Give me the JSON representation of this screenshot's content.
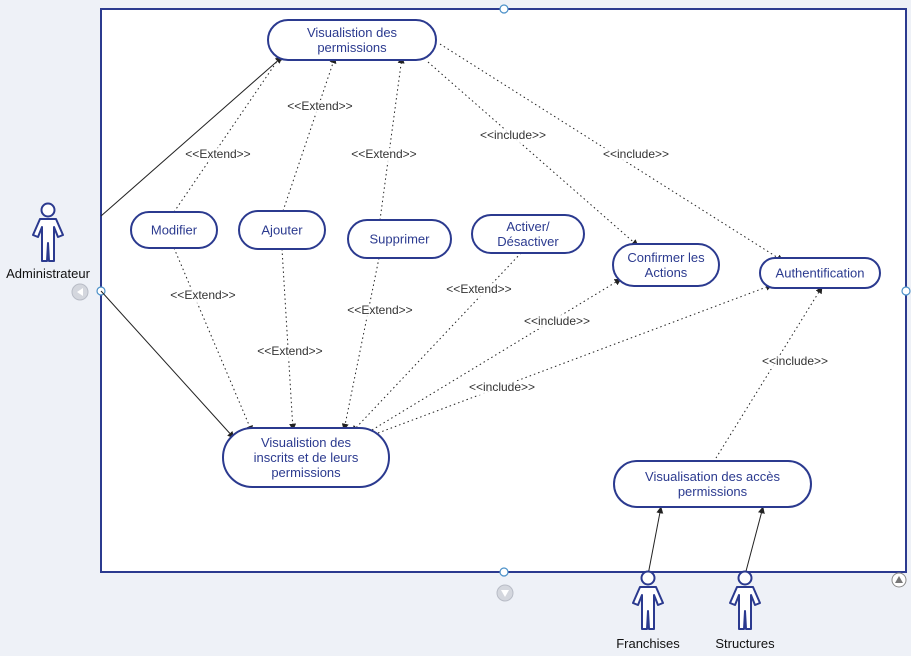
{
  "colors": {
    "background": "#eef1f7",
    "boundary_fill": "#ffffff",
    "boundary_stroke": "#2b3a8f",
    "usecase_stroke": "#2b3a8f",
    "usecase_text": "#2b3a8f",
    "edge": "#222222",
    "handle": "#4a90c8"
  },
  "usecases": [
    {
      "id": "visu-perm",
      "lines": [
        "Visualistion des",
        "permissions"
      ]
    },
    {
      "id": "modifier",
      "lines": [
        "Modifier"
      ]
    },
    {
      "id": "ajouter",
      "lines": [
        "Ajouter"
      ]
    },
    {
      "id": "supprimer",
      "lines": [
        "Supprimer"
      ]
    },
    {
      "id": "activer",
      "lines": [
        "Activer/",
        "Désactiver"
      ]
    },
    {
      "id": "confirmer",
      "lines": [
        "Confirmer les",
        "Actions"
      ]
    },
    {
      "id": "auth",
      "lines": [
        "Authentification"
      ]
    },
    {
      "id": "visu-inscrits",
      "lines": [
        "Visualistion des",
        "inscrits et de leurs",
        "permissions"
      ]
    },
    {
      "id": "visu-acces",
      "lines": [
        "Visualisation des accès",
        "permissions"
      ]
    }
  ],
  "actors": [
    {
      "id": "admin",
      "label": "Administrateur"
    },
    {
      "id": "franchises",
      "label": "Franchises"
    },
    {
      "id": "structures",
      "label": "Structures"
    }
  ],
  "edges": [
    {
      "from": "admin",
      "to": "visu-perm",
      "style": "solid",
      "label": ""
    },
    {
      "from": "admin",
      "to": "visu-inscrits",
      "style": "solid",
      "label": ""
    },
    {
      "from": "modifier",
      "to": "visu-perm",
      "style": "dotted",
      "label": "<<Extend>>"
    },
    {
      "from": "ajouter",
      "to": "visu-perm",
      "style": "dotted",
      "label": "<<Extend>>"
    },
    {
      "from": "supprimer",
      "to": "visu-perm",
      "style": "dotted",
      "label": "<<Extend>>"
    },
    {
      "from": "visu-perm",
      "to": "confirmer",
      "style": "dotted",
      "label": "<<include>>"
    },
    {
      "from": "visu-perm",
      "to": "auth",
      "style": "dotted",
      "label": "<<include>>"
    },
    {
      "from": "modifier",
      "to": "visu-inscrits",
      "style": "dotted",
      "label": "<<Extend>>"
    },
    {
      "from": "ajouter",
      "to": "visu-inscrits",
      "style": "dotted",
      "label": "<<Extend>>"
    },
    {
      "from": "supprimer",
      "to": "visu-inscrits",
      "style": "dotted",
      "label": "<<Extend>>"
    },
    {
      "from": "activer",
      "to": "visu-inscrits",
      "style": "dotted",
      "label": "<<Extend>>"
    },
    {
      "from": "visu-inscrits",
      "to": "confirmer",
      "style": "dotted",
      "label": "<<include>>"
    },
    {
      "from": "visu-inscrits",
      "to": "auth",
      "style": "dotted",
      "label": "<<include>>"
    },
    {
      "from": "visu-acces",
      "to": "auth",
      "style": "dotted",
      "label": "<<include>>"
    },
    {
      "from": "franchises",
      "to": "visu-acces",
      "style": "solid",
      "label": ""
    },
    {
      "from": "structures",
      "to": "visu-acces",
      "style": "solid",
      "label": ""
    }
  ]
}
